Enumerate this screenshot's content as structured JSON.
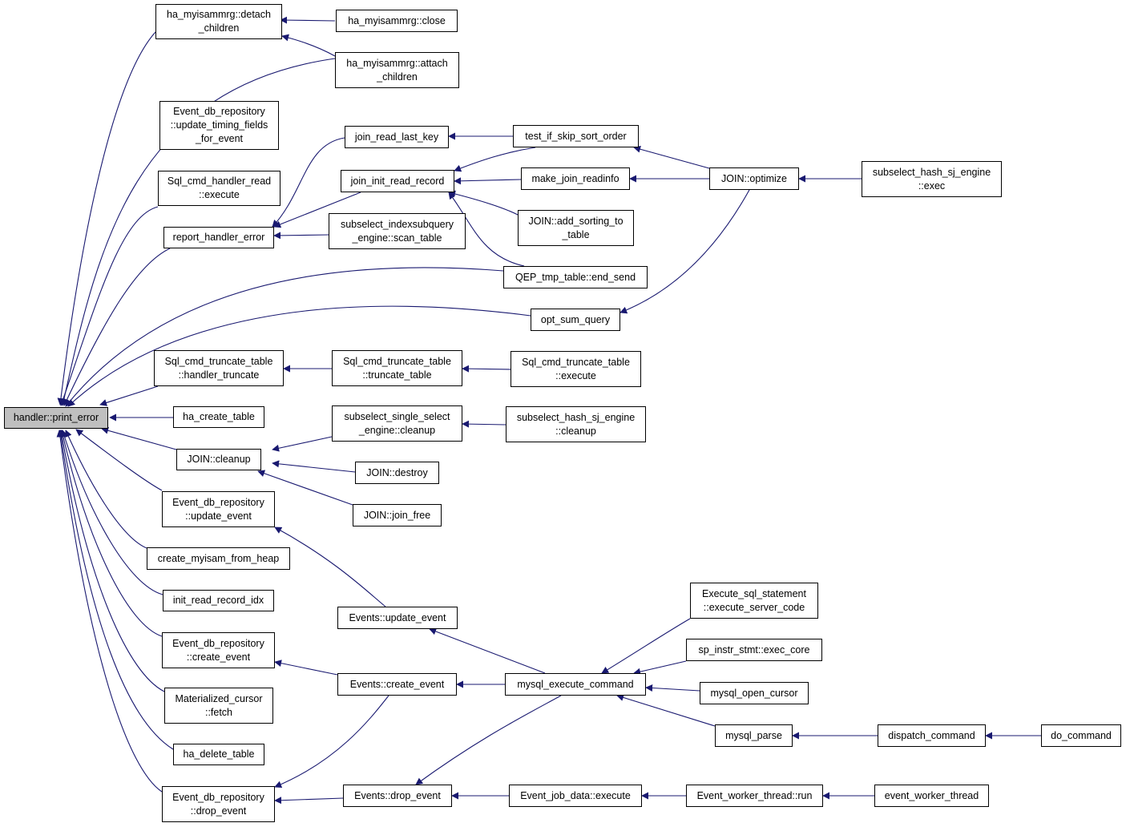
{
  "colors": {
    "edge": "#191970",
    "root_fill": "#bfbfbf",
    "node_fill": "#ffffff",
    "border": "#000000"
  },
  "nodes": {
    "print_error": "handler::print_error",
    "detach_children": "ha_myisammrg::detach\n_children",
    "mrg_close": "ha_myisammrg::close",
    "attach_children": "ha_myisammrg::attach\n_children",
    "update_timing": "Event_db_repository\n::update_timing_fields\n_for_event",
    "handler_read_exec": "Sql_cmd_handler_read\n::execute",
    "report_handler_error": "report_handler_error",
    "join_read_last_key": "join_read_last_key",
    "join_init_read_record": "join_init_read_record",
    "scan_table": "subselect_indexsubquery\n_engine::scan_table",
    "test_if_skip": "test_if_skip_sort_order",
    "make_join_readinfo": "make_join_readinfo",
    "add_sorting": "JOIN::add_sorting_to\n_table",
    "end_send": "QEP_tmp_table::end_send",
    "join_optimize": "JOIN::optimize",
    "hash_exec": "subselect_hash_sj_engine\n::exec",
    "opt_sum_query": "opt_sum_query",
    "handler_truncate": "Sql_cmd_truncate_table\n::handler_truncate",
    "truncate_table": "Sql_cmd_truncate_table\n::truncate_table",
    "truncate_execute": "Sql_cmd_truncate_table\n::execute",
    "ha_create_table": "ha_create_table",
    "join_cleanup": "JOIN::cleanup",
    "single_select_cleanup": "subselect_single_select\n_engine::cleanup",
    "hash_cleanup": "subselect_hash_sj_engine\n::cleanup",
    "join_destroy": "JOIN::destroy",
    "join_free": "JOIN::join_free",
    "repo_update_event": "Event_db_repository\n::update_event",
    "create_myisam": "create_myisam_from_heap",
    "init_read_record_idx": "init_read_record_idx",
    "events_update_event": "Events::update_event",
    "repo_create_event": "Event_db_repository\n::create_event",
    "events_create_event": "Events::create_event",
    "mysql_execute_command": "mysql_execute_command",
    "execute_server_code": "Execute_sql_statement\n::execute_server_code",
    "exec_core": "sp_instr_stmt::exec_core",
    "mysql_open_cursor": "mysql_open_cursor",
    "mysql_parse": "mysql_parse",
    "dispatch_command": "dispatch_command",
    "do_command": "do_command",
    "materialized_fetch": "Materialized_cursor\n::fetch",
    "ha_delete_table": "ha_delete_table",
    "repo_drop_event": "Event_db_repository\n::drop_event",
    "events_drop_event": "Events::drop_event",
    "job_execute": "Event_job_data::execute",
    "worker_run": "Event_worker_thread::run",
    "event_worker_thread": "event_worker_thread"
  }
}
